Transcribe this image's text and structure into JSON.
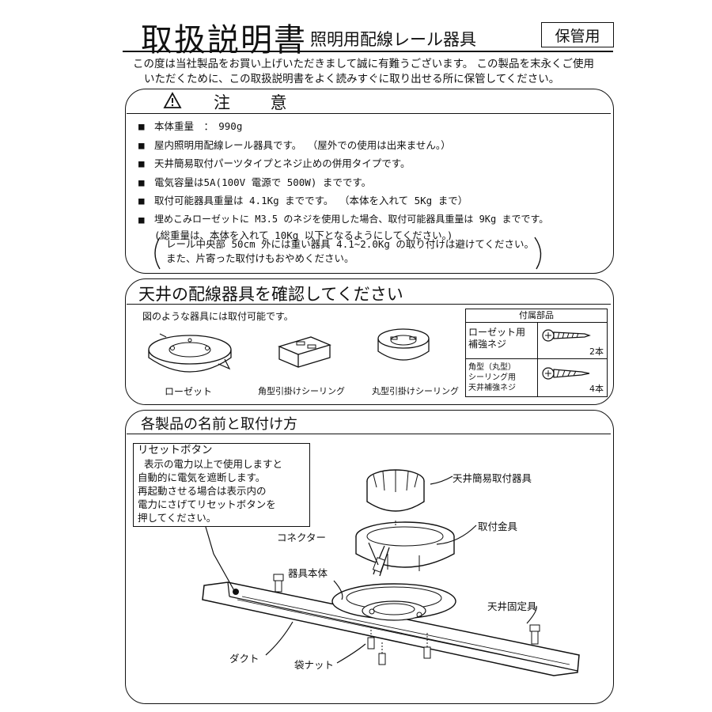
{
  "header": {
    "title": "取扱説明書",
    "subtitle": "照明用配線レール器具",
    "badge": "保管用"
  },
  "intro": {
    "line1": "この度は当社製品をお買い上げいただきまして誠に有難うございます。 この製品を末永くご使用",
    "line2": "いただくために、この取扱説明書をよく読みすぐに取り出せる所に保管してください。"
  },
  "caution": {
    "icon": "warning-triangle",
    "title": "注 意",
    "items": [
      "本体重量　：　990g",
      "屋内照明用配線レール器具です。 （屋外での使用は出来ません。）",
      "天井簡易取付パーツタイプとネジ止めの併用タイプです。",
      "電気容量は5A(100V 電源で 500W) までです。",
      "取付可能器具重量は 4.1Kg までです。 （本体を入れて 5Kg まで）",
      "埋めこみローゼットに M3.5 のネジを使用した場合、取付可能器具重量は 9Kg までです。"
    ],
    "item_continuation": "(総重量は、本体を入れて 10Kg 以下となるようにしてください。)",
    "note_line1": "レール中央部 50cm 外には重い器具 4.1~2.0Kg の取り付けは避けてください。",
    "note_line2": "また、片寄った取付けもおやめください。"
  },
  "check": {
    "title": "天井の配線器具を確認してください",
    "desc": "図のような器具には取付可能です。",
    "fixtures": [
      "ローゼット",
      "角型引掛けシーリング",
      "丸型引掛けシーリング"
    ],
    "accessories": {
      "header": "付属部品",
      "rows": [
        {
          "name": "ローゼット用\n補強ネジ",
          "qty": "2本"
        },
        {
          "name": "角型（丸型）\nシーリング用\n天井補強ネジ",
          "qty": "4本"
        }
      ]
    }
  },
  "parts": {
    "title": "各製品の名前と取付け方",
    "reset": {
      "title": "リセットボタン",
      "lines": [
        "表示の電力以上で使用しますと",
        "自動的に電気を遮断します。",
        "再起動させる場合は表示内の",
        "電力にさげてリセットボタンを",
        "押してください。"
      ]
    },
    "labels": {
      "ceiling_bracket": "天井簡易取付器具",
      "mount": "取付金具",
      "connector": "コネクター",
      "body": "器具本体",
      "fixing": "天井固定具",
      "duct": "ダクト",
      "nut": "袋ナット"
    }
  }
}
